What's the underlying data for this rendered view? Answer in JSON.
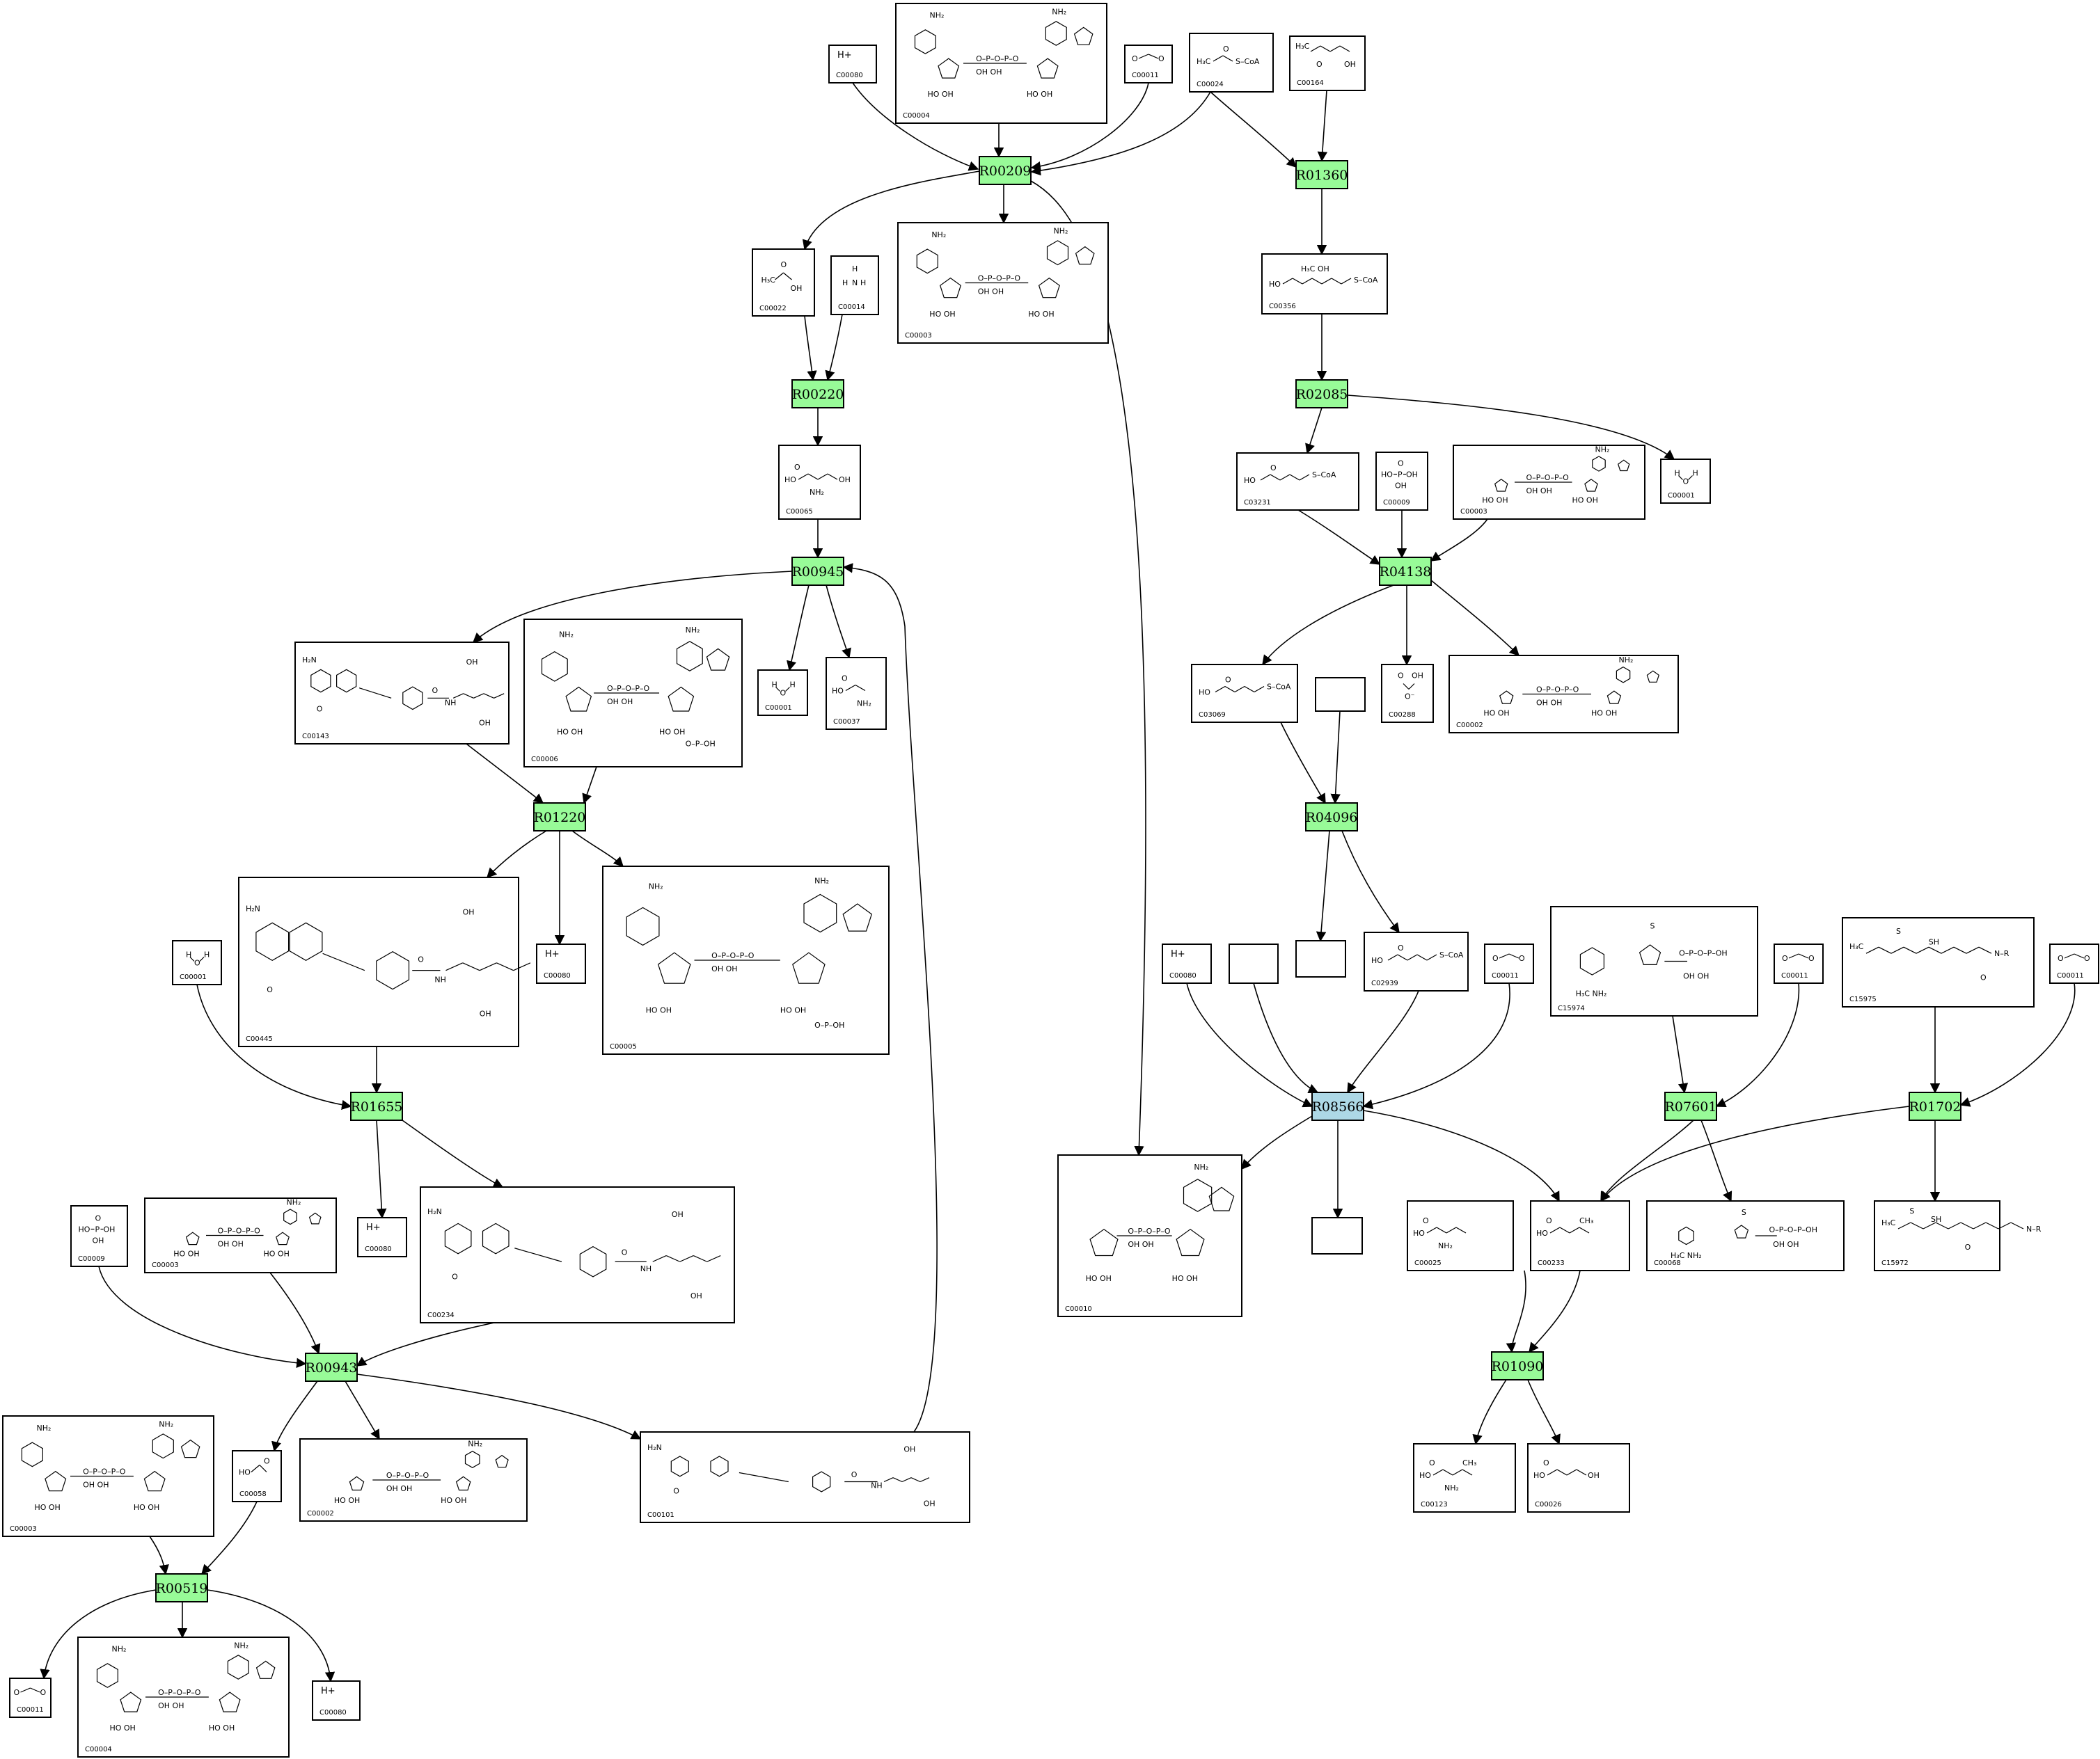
{
  "colors": {
    "reaction_green": "#98fb98",
    "reaction_blue": "#add8e6",
    "edge": "#000000"
  },
  "reactions": [
    {
      "id": "r00209",
      "label": "R00209",
      "color": "green"
    },
    {
      "id": "r01360",
      "label": "R01360",
      "color": "green"
    },
    {
      "id": "r00220",
      "label": "R00220",
      "color": "green"
    },
    {
      "id": "r02085",
      "label": "R02085",
      "color": "green"
    },
    {
      "id": "r00945",
      "label": "R00945",
      "color": "green"
    },
    {
      "id": "r04138",
      "label": "R04138",
      "color": "green"
    },
    {
      "id": "r01220",
      "label": "R01220",
      "color": "green"
    },
    {
      "id": "r04096",
      "label": "R04096",
      "color": "green"
    },
    {
      "id": "r01655",
      "label": "R01655",
      "color": "green"
    },
    {
      "id": "r08566",
      "label": "R08566",
      "color": "blue"
    },
    {
      "id": "r07601",
      "label": "R07601",
      "color": "green"
    },
    {
      "id": "r01702",
      "label": "R01702",
      "color": "green"
    },
    {
      "id": "r00943",
      "label": "R00943",
      "color": "green"
    },
    {
      "id": "r01090",
      "label": "R01090",
      "color": "green"
    },
    {
      "id": "r00519",
      "label": "R00519",
      "color": "green"
    }
  ],
  "compounds": [
    {
      "id": "c_hplus_1",
      "code": "C00080",
      "text": "H+"
    },
    {
      "id": "c_nad_1",
      "code": "C00004",
      "structure": "nadh"
    },
    {
      "id": "c_co2_1",
      "code": "C00011",
      "structure": "co2"
    },
    {
      "id": "c_acetylcoa",
      "code": "C00024",
      "structure": "acetylcoa"
    },
    {
      "id": "c_c00164",
      "code": "C00164",
      "structure": "acetoacetate"
    },
    {
      "id": "c_pyruvate",
      "code": "C00022",
      "structure": "pyruvate"
    },
    {
      "id": "c_nh3",
      "code": "C00014",
      "structure": "nh3"
    },
    {
      "id": "c_nad_2",
      "code": "C00003",
      "structure": "nad"
    },
    {
      "id": "c_hmgcoa",
      "code": "C00356",
      "structure": "hmgcoa"
    },
    {
      "id": "c_serine",
      "code": "C00065",
      "structure": "serine"
    },
    {
      "id": "c_c03231",
      "code": "C03231",
      "structure": "coa_ester"
    },
    {
      "id": "c_phos_1",
      "code": "C00009",
      "structure": "phosphate"
    },
    {
      "id": "c_atp_like",
      "code": "C00003",
      "structure": "nucleotide"
    },
    {
      "id": "c_h2o_1",
      "code": "C00001",
      "structure": "water"
    },
    {
      "id": "c_thf",
      "code": "C00143",
      "structure": "folate"
    },
    {
      "id": "c_nadp",
      "code": "C00006",
      "structure": "nadp"
    },
    {
      "id": "c_h2o_2",
      "code": "C00001",
      "structure": "water"
    },
    {
      "id": "c_glycine",
      "code": "C00037",
      "structure": "glycine"
    },
    {
      "id": "c_c03069",
      "code": "C03069",
      "structure": "coa_ester"
    },
    {
      "id": "c_empty_1",
      "code": "",
      "structure": "empty"
    },
    {
      "id": "c_c00288",
      "code": "C00288",
      "structure": "bicarbonate"
    },
    {
      "id": "c_atp",
      "code": "C00002",
      "structure": "atp"
    },
    {
      "id": "c_c00445",
      "code": "C00445",
      "structure": "folate"
    },
    {
      "id": "c_hplus_2",
      "code": "C00080",
      "text": "H+"
    },
    {
      "id": "c_nadph",
      "code": "C00005",
      "structure": "nadph"
    },
    {
      "id": "c_h2o_3",
      "code": "C00001",
      "structure": "water"
    },
    {
      "id": "c_empty_2",
      "code": "",
      "structure": "empty"
    },
    {
      "id": "c_c02939",
      "code": "C02939",
      "structure": "coa_ester"
    },
    {
      "id": "c_hplus_3",
      "code": "C00080",
      "text": "H+"
    },
    {
      "id": "c_empty_3",
      "code": "",
      "structure": "empty"
    },
    {
      "id": "c_co2_2",
      "code": "C00011",
      "structure": "co2"
    },
    {
      "id": "c_c15974",
      "code": "C15974",
      "structure": "tpp"
    },
    {
      "id": "c_co2_3",
      "code": "C00011",
      "structure": "co2"
    },
    {
      "id": "c_c15975",
      "code": "C15975",
      "structure": "lipoamide"
    },
    {
      "id": "c_co2_4",
      "code": "C00011",
      "structure": "co2"
    },
    {
      "id": "c_hplus_4",
      "code": "C00080",
      "text": "H+"
    },
    {
      "id": "c_c00234",
      "code": "C00234",
      "structure": "folate"
    },
    {
      "id": "c_coa",
      "code": "C00010",
      "structure": "coa"
    },
    {
      "id": "c_empty_4",
      "code": "",
      "structure": "empty"
    },
    {
      "id": "c_glutamate",
      "code": "C00025",
      "structure": "glutamate"
    },
    {
      "id": "c_c00233",
      "code": "C00233",
      "structure": "ketoacid"
    },
    {
      "id": "c_c00068",
      "code": "C00068",
      "structure": "tpp"
    },
    {
      "id": "c_c15972",
      "code": "C15972",
      "structure": "lipoamide"
    },
    {
      "id": "c_phos_2",
      "code": "C00009",
      "structure": "phosphate"
    },
    {
      "id": "c_c00003_b",
      "code": "C00003",
      "structure": "nucleotide"
    },
    {
      "id": "c_formate",
      "code": "C00058",
      "structure": "formate"
    },
    {
      "id": "c_atp_2",
      "code": "C00002",
      "structure": "atp"
    },
    {
      "id": "c_c00101",
      "code": "C00101",
      "structure": "folate"
    },
    {
      "id": "c_nad_3",
      "code": "C00003",
      "structure": "nad"
    },
    {
      "id": "c_leucine",
      "code": "C00123",
      "structure": "leucine"
    },
    {
      "id": "c_akg",
      "code": "C00026",
      "structure": "akg"
    },
    {
      "id": "c_co2_5",
      "code": "C00011",
      "structure": "co2"
    },
    {
      "id": "c_nadh_2",
      "code": "C00004",
      "structure": "nadh"
    },
    {
      "id": "c_hplus_5",
      "code": "C00080",
      "text": "H+"
    }
  ]
}
